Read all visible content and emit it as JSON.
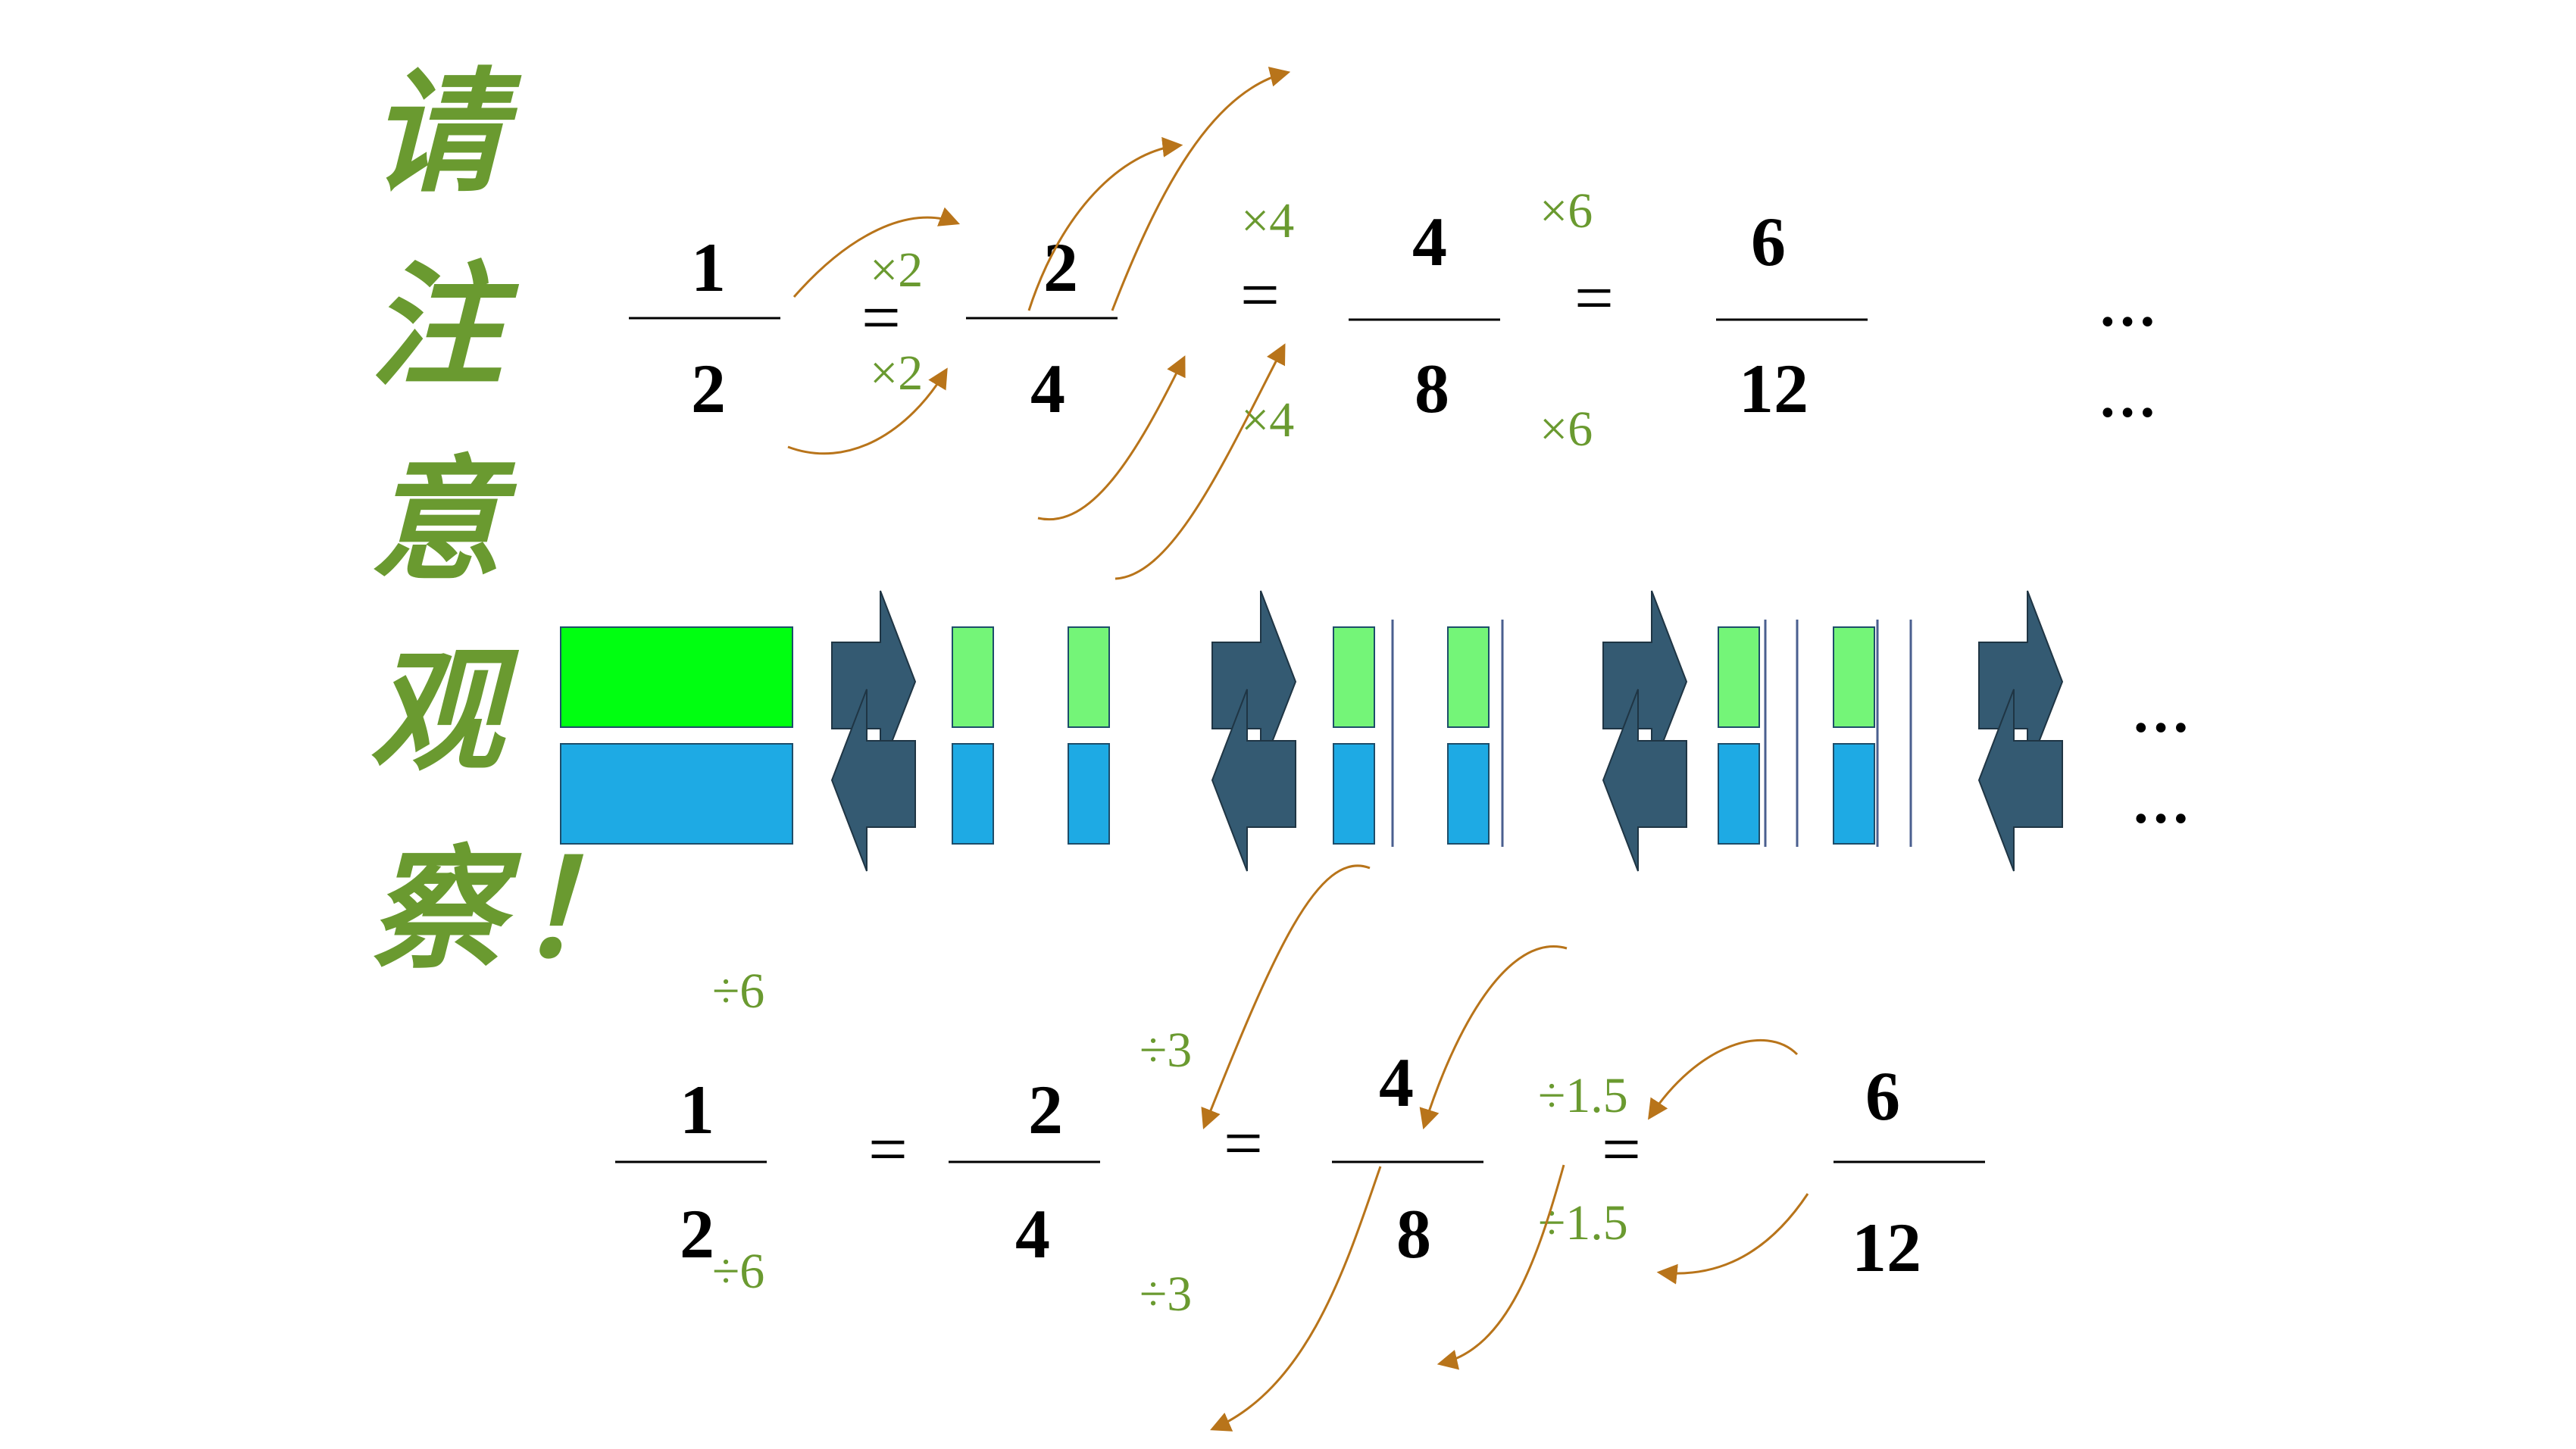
{
  "title": {
    "chars": [
      "请",
      "注",
      "意",
      "观",
      "察",
      "！"
    ],
    "color": "#6a9a30"
  },
  "top_row": {
    "fractions": [
      {
        "num": "1",
        "den": "2"
      },
      {
        "num": "2",
        "den": "4"
      },
      {
        "num": "4",
        "den": "8"
      },
      {
        "num": "6",
        "den": "12"
      }
    ],
    "equals": [
      "=",
      "=",
      "="
    ],
    "ops_upper": [
      "×2",
      "×4",
      "×6"
    ],
    "ops_lower": [
      "×2",
      "×4",
      "×6"
    ],
    "ellipsis": [
      "…",
      "…"
    ]
  },
  "blocks_row": {
    "ellipsis": [
      "…",
      "…"
    ]
  },
  "bottom_row": {
    "fractions": [
      {
        "num": "1",
        "den": "2"
      },
      {
        "num": "2",
        "den": "4"
      },
      {
        "num": "4",
        "den": "8"
      },
      {
        "num": "6",
        "den": "12"
      }
    ],
    "equals": [
      "=",
      "=",
      "="
    ],
    "ops_upper": [
      "÷6",
      "÷3",
      "÷1.5"
    ],
    "ops_lower": [
      "÷6",
      "÷3",
      "÷1.5"
    ]
  },
  "colors": {
    "operator": "#6a9a30",
    "arrow": "#b8741a",
    "top_half": "#00ff11",
    "top_half_light": "#74f578",
    "bottom_half": "#1eaae4",
    "big_arrow": "#345a72"
  }
}
